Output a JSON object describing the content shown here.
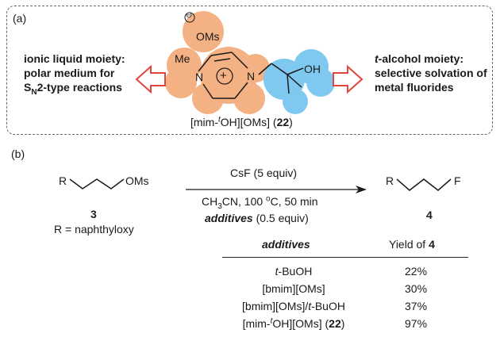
{
  "panel_a": {
    "label": "(a)",
    "left_text": {
      "line1": "ionic liquid moiety:",
      "line2": "polar medium for",
      "line3_main": "S",
      "line3_sub": "N",
      "line3_rest": "2-type reactions"
    },
    "right_text": {
      "line1_italic": "t",
      "line1_rest": "-alcohol moiety:",
      "line2": "selective solvation of",
      "line3": "metal fluorides"
    },
    "structure": {
      "anion_charge": "⊖",
      "anion": "OMs",
      "n_substituent": "Me",
      "n_left": "N",
      "n_right": "N",
      "cation_charge": "+",
      "hydroxyl": "OH",
      "colors": {
        "cation_blob": "#f4b183",
        "alcohol_blob": "#7fc8f0",
        "arrow": "#e0463c"
      }
    },
    "caption": {
      "pre": "[mim-",
      "sup": "t",
      "mid": "OH][OMs] (",
      "num": "22",
      "post": ")"
    }
  },
  "panel_b": {
    "label": "(b)",
    "reactant": {
      "r": "R",
      "group": "OMs",
      "number": "3",
      "definition": "R = naphthyloxy"
    },
    "product": {
      "r": "R",
      "group": "F",
      "number": "4"
    },
    "conditions": {
      "line1": "CsF (5 equiv)",
      "line2_pre": "CH",
      "line2_sub": "3",
      "line2_mid": "CN, 100 ",
      "line2_sup": "o",
      "line2_post": "C, 50 min",
      "line3_bold": "additives",
      "line3_rest": " (0.5 equiv)"
    },
    "table": {
      "header_additives": "additives",
      "header_yield_pre": "Yield of ",
      "header_yield_num": "4",
      "rows": [
        {
          "pre": "",
          "italic": "t",
          "post": "-BuOH",
          "yield": "22%"
        },
        {
          "pre": "[bmim][OMs]",
          "italic": "",
          "post": "",
          "yield": "30%"
        },
        {
          "pre": "[bmim][OMs]/",
          "italic": "t",
          "post": "-BuOH",
          "yield": "37%"
        },
        {
          "pre": "[mim-",
          "sup": "t",
          "post": "OH][OMs] (",
          "bold": "22",
          "post2": ")",
          "yield": "97%"
        }
      ]
    }
  }
}
